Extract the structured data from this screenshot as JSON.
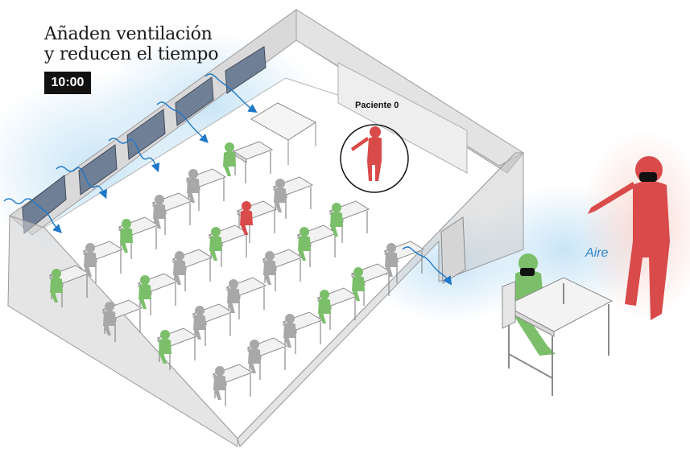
{
  "title": {
    "line1": "Añaden ventilación",
    "line2": "y reducen el tiempo"
  },
  "timer": "10:00",
  "labels": {
    "patient_zero": "Paciente 0",
    "air": "Aire"
  },
  "colors": {
    "infected": "#d94a4a",
    "exposed": "#7bbf6a",
    "neutral": "#a8a8a8",
    "air": "#1f78c8",
    "timer_bg": "#111111"
  }
}
